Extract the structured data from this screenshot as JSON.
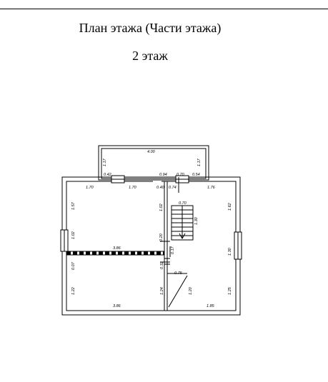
{
  "header": {
    "title": "План этажа (Части этажа)",
    "subtitle": "2 этаж"
  },
  "dimensions": {
    "balcony_width": "4.00",
    "balcony_depth_left": "1.17",
    "balcony_depth_right": "1.17",
    "wall_seg_left": "0.42",
    "wall_seg_mid": "0.94",
    "door_width": "0.70",
    "wall_seg_right": "0.54",
    "room1_top_a": "1.70",
    "room1_top_b": "1.70",
    "room1_top_c": "0.40",
    "room2_top_a": "0.74",
    "room2_top_b": "1.76",
    "room1_left_upper": "1.57",
    "room1_left_mid": "1.02",
    "room1_right_upper": "1.02",
    "room1_right_gap": "0.20",
    "stair_width": "0.70",
    "stair_height": "1.30",
    "room2_right_upper": "1.62",
    "partition_length": "3.86",
    "center_vertical": "0.17",
    "room2_right_mid": "1.30",
    "room3_left_gap": "0.07",
    "room3_right_gap": "0.32",
    "door_lower": "0.75",
    "room3_left": "1.22",
    "room3_right": "1.24",
    "room4_left": "1.20",
    "room4_right": "1.25",
    "room3_bottom": "3.86",
    "room4_bottom": "1.85"
  }
}
